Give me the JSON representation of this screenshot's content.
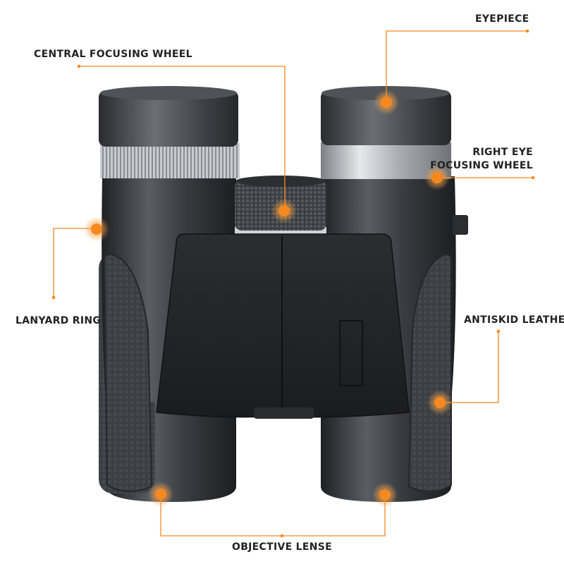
{
  "labels": {
    "eyepiece": "EYEPIECE",
    "central_focusing_wheel": "CENTRAL FOCUSING WHEEL",
    "right_eye_line1": "RIGHT EYE",
    "right_eye_line2": "FOCUSING WHEEL",
    "lanyard_ring": "LANYARD RING",
    "antiskid_leather": "ANTISKID LEATHER",
    "objective_lense": "OBJECTIVE LENSE"
  },
  "colors": {
    "accent": "#f5891f",
    "accent_glow": "#f9a24a",
    "label_text": "#222222",
    "body_dark": "#2a2c2f",
    "body_mid": "#3d4044",
    "chrome": "#c9ccd0"
  }
}
